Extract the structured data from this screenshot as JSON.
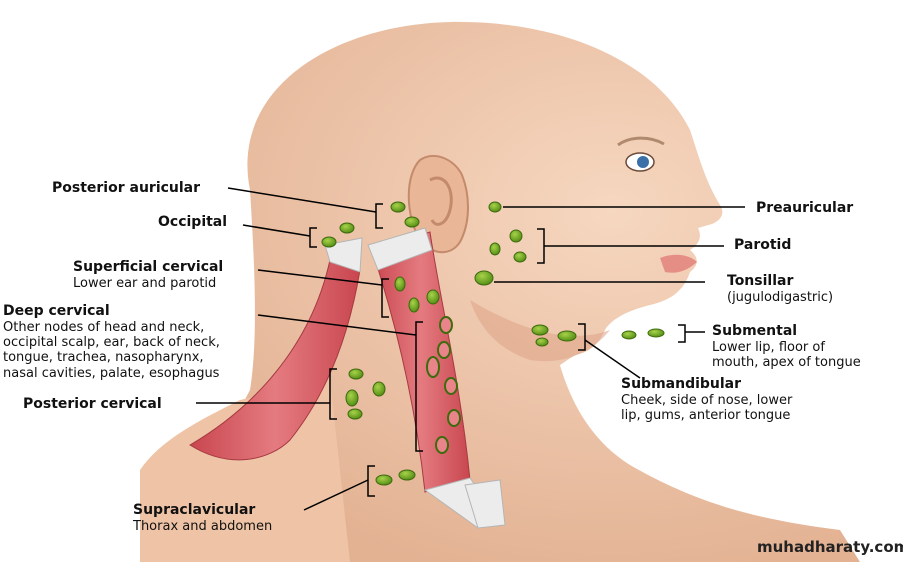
{
  "labels": {
    "posterior_auricular": {
      "title": "Posterior auricular"
    },
    "occipital": {
      "title": "Occipital"
    },
    "superficial_cervical": {
      "title": "Superficial cervical",
      "desc": [
        "Lower ear and parotid"
      ]
    },
    "deep_cervical": {
      "title": "Deep cervical",
      "desc": [
        "Other nodes of head and neck,",
        "occipital scalp, ear, back of neck,",
        "tongue, trachea, nasopharynx,",
        "nasal cavities, palate, esophagus"
      ]
    },
    "posterior_cervical": {
      "title": "Posterior cervical"
    },
    "supraclavicular": {
      "title": "Supraclavicular",
      "desc": [
        "Thorax and abdomen"
      ]
    },
    "preauricular": {
      "title": "Preauricular"
    },
    "parotid": {
      "title": "Parotid"
    },
    "tonsillar": {
      "title": "Tonsillar",
      "desc": [
        "(jugulodigastric)"
      ]
    },
    "submental": {
      "title": "Submental",
      "desc": [
        "Lower lip, floor of",
        "mouth, apex of tongue"
      ]
    },
    "submandibular": {
      "title": "Submandibular",
      "desc": [
        "Cheek, side of nose, lower",
        "lip, gums, anterior tongue"
      ]
    }
  },
  "watermark": "muhadharaty.com",
  "colors": {
    "skin": "#f0c9ad",
    "skin_shadow": "#d9a689",
    "muscle": "#d9626a",
    "muscle_dark": "#b8434c",
    "node": "#74a81e",
    "node_dark": "#3e6b0d",
    "line": "#000000"
  }
}
